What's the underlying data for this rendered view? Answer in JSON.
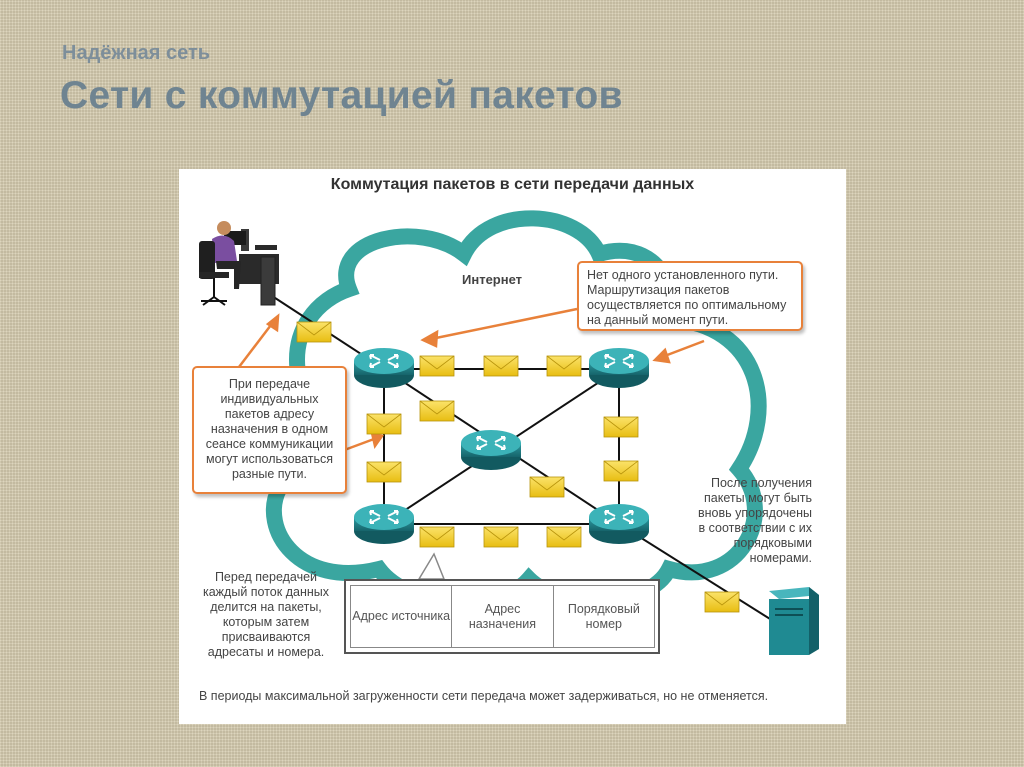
{
  "slide": {
    "subtitle": "Надёжная сеть",
    "title": "Сети с коммутацией пакетов"
  },
  "figure": {
    "heading": "Коммутация пакетов в сети передачи данных",
    "cloud_label": "Интернет",
    "note_top_right": "Нет одного установленного пути. Маршрутизация пакетов осуществляется по оптимальному на данный момент пути.",
    "note_left": "При передаче индивидуальных пакетов адресу назначения в одном сеансе коммуникации могут использоваться разные пути.",
    "note_right": "После получения пакеты могут быть вновь упорядочены в соответствии с их порядковыми номерами.",
    "note_bottom_left": "Перед передачей каждый поток данных делится на пакеты, которым затем присваиваются адресаты и номера.",
    "packet_fields": [
      "Адрес источника",
      "Адрес назначения",
      "Порядковый номер"
    ],
    "footer": "В периоды максимальной загруженности сети передача может задерживаться, но не отменяется."
  },
  "colors": {
    "cloud": "#3aa6a0",
    "router": "#1f7f86",
    "callout": "#e8813a",
    "packet": "#f2d22a"
  },
  "icons": [
    "user-at-computer-icon",
    "router-icon",
    "server-icon",
    "envelope-icon"
  ]
}
